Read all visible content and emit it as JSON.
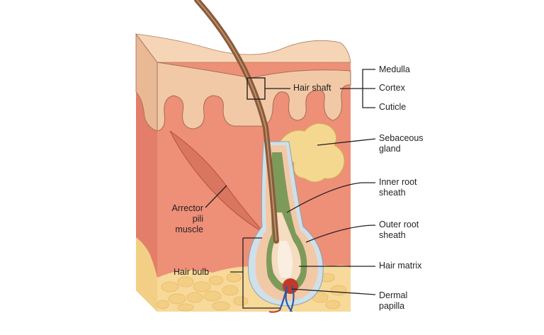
{
  "title": "Hair follicle anatomy",
  "labels": {
    "hair_shaft": "Hair shaft",
    "medulla": "Medulla",
    "cortex": "Cortex",
    "cuticle": "Cuticle",
    "sebaceous_gland": [
      "Sebaceous",
      "gland"
    ],
    "inner_root_sheath": [
      "Inner root",
      "sheath"
    ],
    "outer_root_sheath": [
      "Outer root",
      "sheath"
    ],
    "hair_matrix": "Hair matrix",
    "dermal_papilla": [
      "Dermal",
      "papilla"
    ],
    "arrector_pili_muscle": [
      "Arrector",
      "pili",
      "muscle"
    ],
    "hair_bulb": "Hair bulb"
  },
  "colors": {
    "epidermis": "#f2c9a6",
    "epidermis_top": "#f6d5b6",
    "dermis": "#ee8f78",
    "dermis_side": "#e7806a",
    "fat": "#f7d99a",
    "fat_cell": "#f3cf85",
    "hair": "#8a5a3a",
    "muscle": "#d9765f",
    "gland": "#f5d890",
    "inner_sheath": "#7d9a5a",
    "outer_sheath": "#cfe0ea",
    "line": "#231f20"
  }
}
